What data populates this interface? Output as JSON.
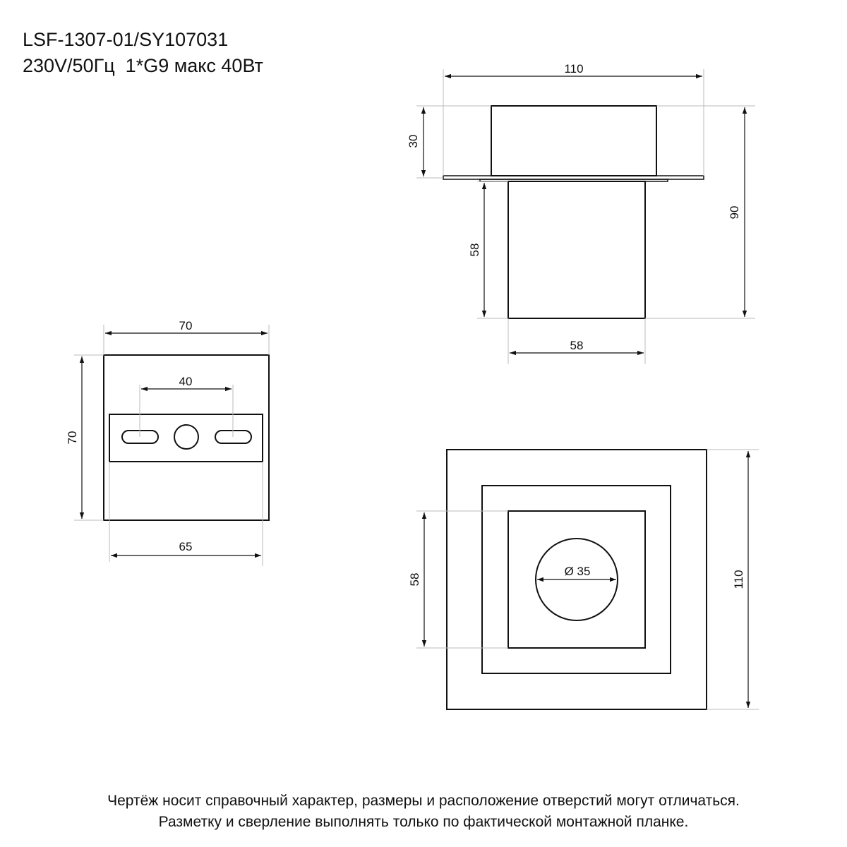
{
  "header": {
    "model": "LSF-1307-01/SY107031",
    "specs": "230V/50Гц  1*G9 макс 40Вт"
  },
  "side_view": {
    "width_top": "110",
    "upper_height": "30",
    "total_height": "90",
    "lower_height": "58",
    "lower_width": "58"
  },
  "bracket_view": {
    "width": "70",
    "height": "70",
    "slot_spacing": "40",
    "base_width": "65"
  },
  "front_view": {
    "outer_size": "110",
    "inner_size": "58",
    "hole_diameter": "Ø 35"
  },
  "note": {
    "line1": "Чертёж носит справочный характер, размеры и расположение отверстий могут отличаться.",
    "line2": "Разметку и сверление выполнять только по фактической монтажной планке."
  }
}
